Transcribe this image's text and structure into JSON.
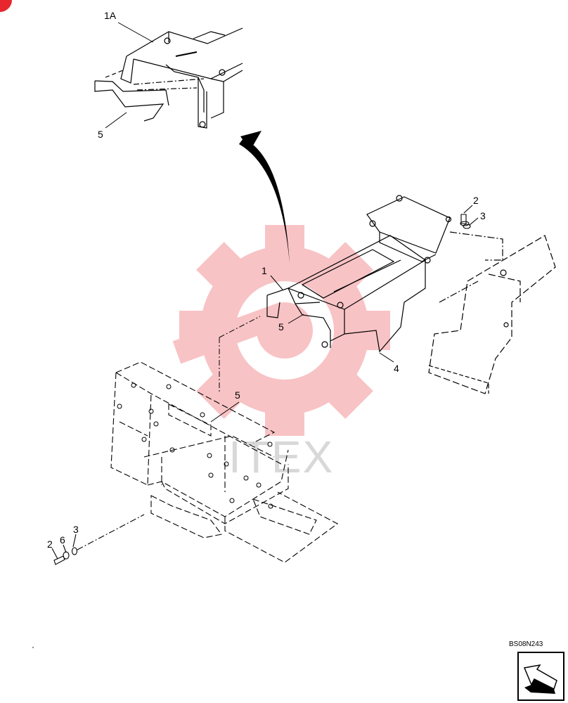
{
  "labels": {
    "part_1a": "1A",
    "part_5_detail": "5",
    "part_2_top": "2",
    "part_3_top": "3",
    "part_1": "1",
    "part_5_mid": "5",
    "part_4": "4",
    "part_5_lower": "5",
    "part_2_bottom": "2",
    "part_6_bottom": "6",
    "part_3_bottom": "3"
  },
  "drawing_code": "BS08N243",
  "watermark": "ITEX",
  "colors": {
    "watermark_gear": "#f7b9bc",
    "corner_mark": "#e8262e",
    "ink": "#000000"
  }
}
